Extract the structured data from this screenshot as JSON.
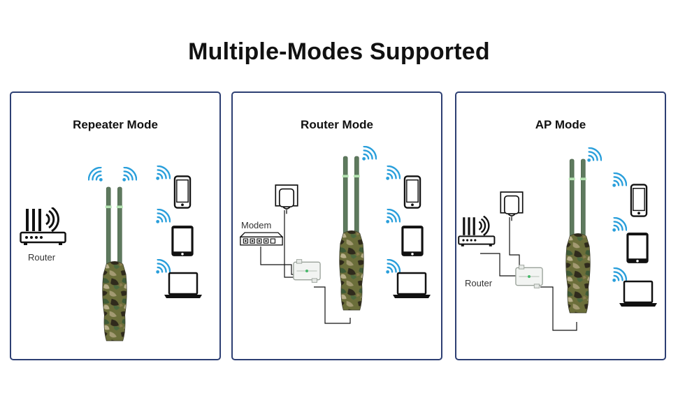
{
  "title": "Multiple-Modes Supported",
  "panels": [
    {
      "title": "Repeater Mode",
      "router_label": "Router"
    },
    {
      "title": "Router Mode",
      "modem_label": "Modem"
    },
    {
      "title": "AP Mode",
      "router_label": "Router"
    }
  ],
  "colors": {
    "panel_border": "#2d3f73",
    "wifi": "#2a9fdb",
    "antenna": "#5e7a5e",
    "camo_base": "#6b6e3a"
  },
  "icons": [
    "wifi-icon",
    "router-icon",
    "phone-icon",
    "tablet-icon",
    "laptop-icon",
    "modem-icon",
    "power-adapter-icon",
    "poe-injector-icon",
    "outdoor-ap-icon"
  ]
}
